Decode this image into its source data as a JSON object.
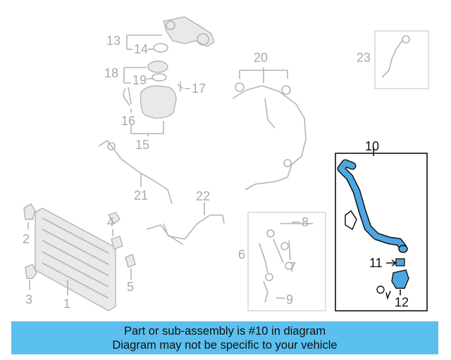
{
  "callouts": {
    "c1": "1",
    "c2": "2",
    "c3": "3",
    "c4": "4",
    "c5": "5",
    "c6": "6",
    "c7": "7",
    "c8": "8",
    "c9": "9",
    "c10": "10",
    "c11": "11",
    "c12": "12",
    "c13": "13",
    "c14": "14",
    "c15": "15",
    "c16": "16",
    "c17": "17",
    "c18": "18",
    "c19": "19",
    "c20": "20",
    "c21": "21",
    "c22": "22",
    "c23": "23"
  },
  "highlight_part": "10",
  "colors": {
    "highlight_part": "#4da6e0",
    "banner_background": "#5bc0ef",
    "faded_parts": "#b4b4b4"
  },
  "banner": {
    "line1": "Part or sub-assembly is #10 in diagram",
    "line2": "Diagram may not be specific to your vehicle"
  }
}
